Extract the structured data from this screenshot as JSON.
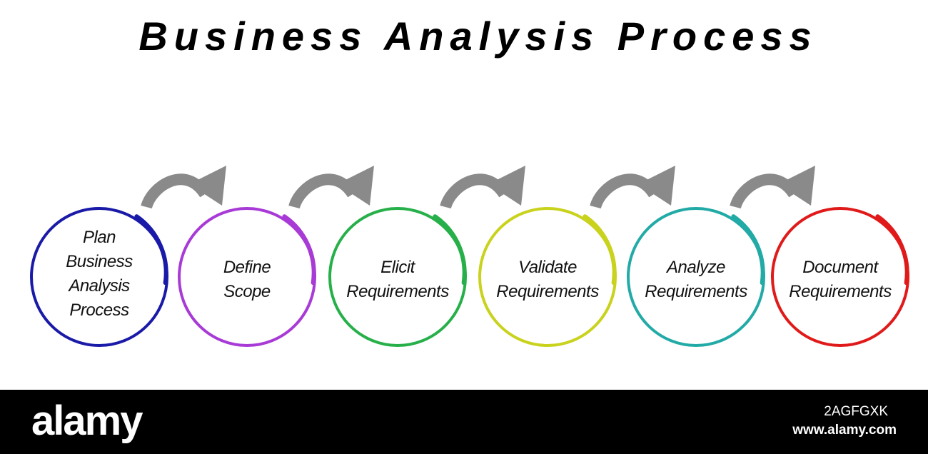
{
  "title": "Business Analysis Process",
  "steps": [
    {
      "lines": [
        "Plan",
        "Business",
        "Analysis",
        "Process"
      ],
      "color": "#1a1aa8"
    },
    {
      "lines": [
        "Define",
        "Scope"
      ],
      "color": "#a83ad6"
    },
    {
      "lines": [
        "Elicit",
        "Requirements"
      ],
      "color": "#27b04a"
    },
    {
      "lines": [
        "Validate",
        "Requirements"
      ],
      "color": "#c9d21c"
    },
    {
      "lines": [
        "Analyze",
        "Requirements"
      ],
      "color": "#22aaa6"
    },
    {
      "lines": [
        "Document",
        "Requirements"
      ],
      "color": "#e01a1a"
    }
  ],
  "arrow_color": "#8a8a8a",
  "footer": {
    "brand": "alamy",
    "image_id": "2AGFGXK",
    "site": "www.alamy.com"
  }
}
